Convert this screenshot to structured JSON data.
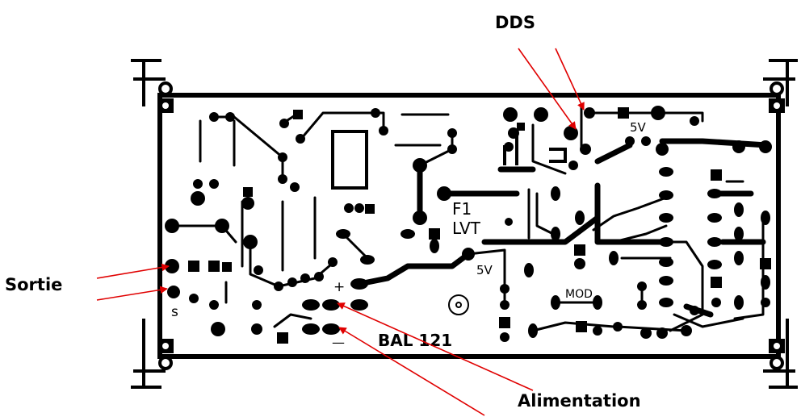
{
  "callouts": {
    "dds": "DDS",
    "sortie": "Sortie",
    "alimentation": "Alimentation"
  },
  "silkscreen": {
    "board_name": "BAL 121",
    "fuse": "F1",
    "fuse_type": "LVT",
    "rail_5v_top": "5V",
    "rail_5v_mid": "5V",
    "mod": "MOD",
    "plus": "+",
    "minus": "—",
    "s": "s"
  },
  "colors": {
    "copper": "#000000",
    "arrow": "#e00000",
    "background": "#ffffff"
  }
}
